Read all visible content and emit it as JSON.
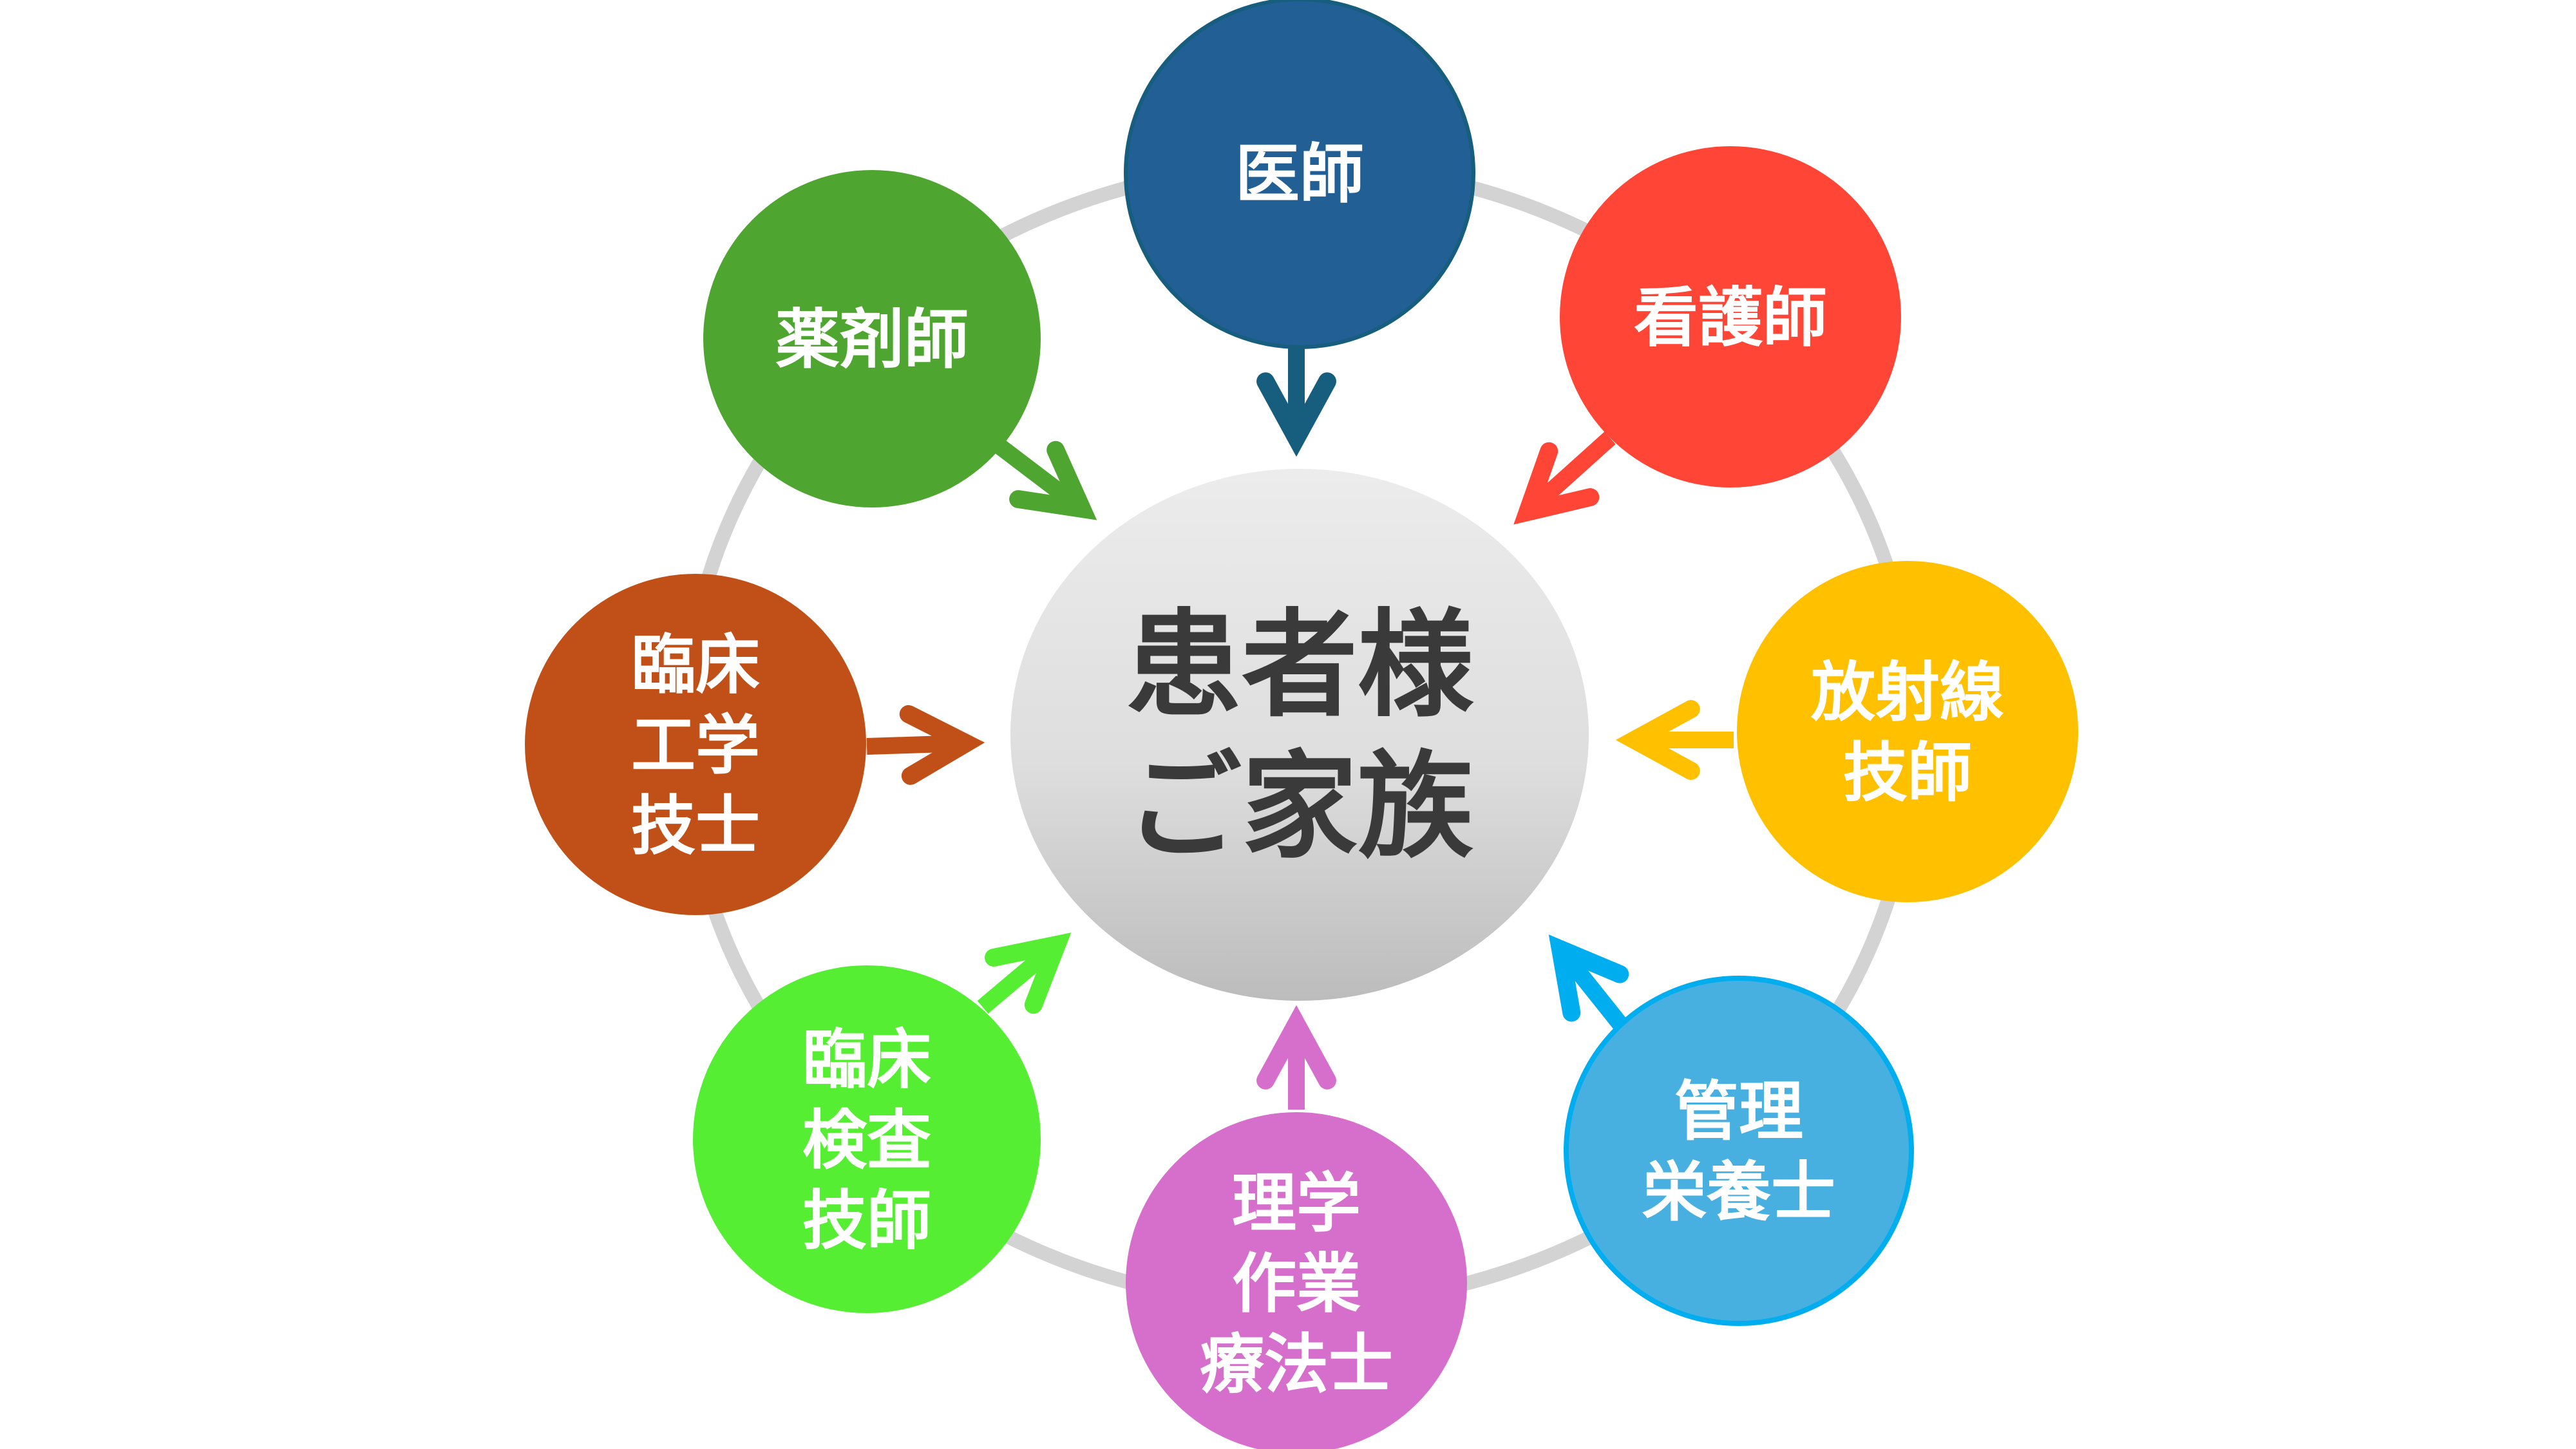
{
  "center": {
    "lines": [
      "患者様",
      "ご家族"
    ],
    "text_color": "#3a3a3a"
  },
  "ring_color": "#d3d3d3",
  "nodes": [
    {
      "id": "doctor",
      "lines": [
        "医師"
      ],
      "color": "#215F94",
      "arrow_color": "#175E7E"
    },
    {
      "id": "nurse",
      "lines": [
        "看護師"
      ],
      "color": "#FF4536",
      "arrow_color": "#FF4536"
    },
    {
      "id": "radiology-technician",
      "lines": [
        "放射線",
        "技師"
      ],
      "color": "#FFC000",
      "arrow_color": "#FFC000"
    },
    {
      "id": "dietitian",
      "lines": [
        "管理",
        "栄養士"
      ],
      "color": "#48B0E0",
      "arrow_color": "#00AEEF"
    },
    {
      "id": "therapist",
      "lines": [
        "理学",
        "作業",
        "療法士"
      ],
      "color": "#D66ECC",
      "arrow_color": "#D66ECC"
    },
    {
      "id": "lab-technician",
      "lines": [
        "臨床",
        "検査",
        "技師"
      ],
      "color": "#55EE33",
      "arrow_color": "#55EE33"
    },
    {
      "id": "clinical-engineer",
      "lines": [
        "臨床",
        "工学",
        "技士"
      ],
      "color": "#C05018",
      "arrow_color": "#C05018"
    },
    {
      "id": "pharmacist",
      "lines": [
        "薬剤師"
      ],
      "color": "#4EA530",
      "arrow_color": "#4EA530"
    }
  ]
}
